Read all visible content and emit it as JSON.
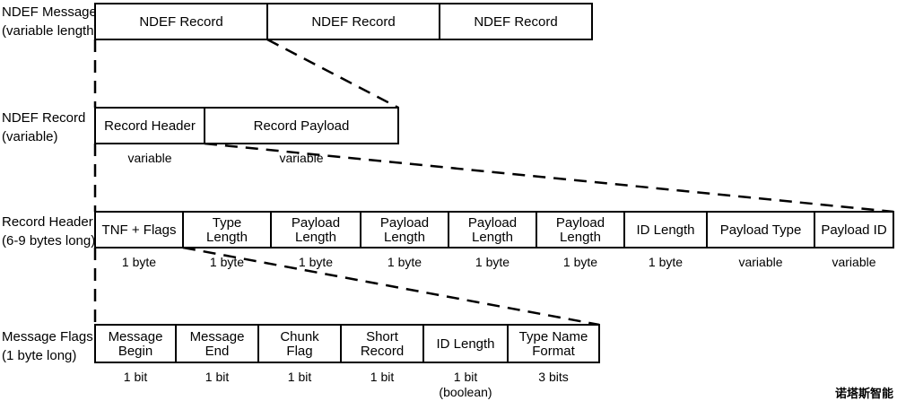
{
  "rows": [
    {
      "label": [
        "NDEF Message",
        "(variable length)"
      ],
      "cells": [
        {
          "text": [
            "NDEF Record"
          ],
          "sub": []
        },
        {
          "text": [
            "NDEF Record"
          ],
          "sub": []
        },
        {
          "text": [
            "NDEF Record"
          ],
          "sub": []
        }
      ]
    },
    {
      "label": [
        "NDEF Record",
        "(variable)"
      ],
      "cells": [
        {
          "text": [
            "Record Header"
          ],
          "sub": [
            "variable"
          ]
        },
        {
          "text": [
            "Record Payload"
          ],
          "sub": [
            "variable"
          ]
        }
      ]
    },
    {
      "label": [
        "Record Header",
        "(6-9 bytes long)"
      ],
      "cells": [
        {
          "text": [
            "TNF + Flags"
          ],
          "sub": [
            "1 byte"
          ]
        },
        {
          "text": [
            "Type",
            "Length"
          ],
          "sub": [
            "1 byte"
          ]
        },
        {
          "text": [
            "Payload",
            "Length"
          ],
          "sub": [
            "1 byte"
          ]
        },
        {
          "text": [
            "Payload",
            "Length"
          ],
          "sub": [
            "1 byte"
          ]
        },
        {
          "text": [
            "Payload",
            "Length"
          ],
          "sub": [
            "1 byte"
          ]
        },
        {
          "text": [
            "Payload",
            "Length"
          ],
          "sub": [
            "1 byte"
          ]
        },
        {
          "text": [
            "ID Length"
          ],
          "sub": [
            "1 byte"
          ]
        },
        {
          "text": [
            "Payload Type"
          ],
          "sub": [
            "variable"
          ]
        },
        {
          "text": [
            "Payload ID"
          ],
          "sub": [
            "variable"
          ]
        }
      ]
    },
    {
      "label": [
        "Message Flags",
        "(1 byte long)"
      ],
      "cells": [
        {
          "text": [
            "Message",
            "Begin"
          ],
          "sub": [
            "1 bit"
          ]
        },
        {
          "text": [
            "Message",
            "End"
          ],
          "sub": [
            "1 bit"
          ]
        },
        {
          "text": [
            "Chunk",
            "Flag"
          ],
          "sub": [
            "1 bit"
          ]
        },
        {
          "text": [
            "Short",
            "Record"
          ],
          "sub": [
            "1 bit"
          ]
        },
        {
          "text": [
            "ID Length"
          ],
          "sub": [
            "1 bit",
            "(boolean)"
          ]
        },
        {
          "text": [
            "Type Name",
            "Format"
          ],
          "sub": [
            "3 bits"
          ]
        }
      ]
    }
  ],
  "watermark": "诺塔斯智能"
}
